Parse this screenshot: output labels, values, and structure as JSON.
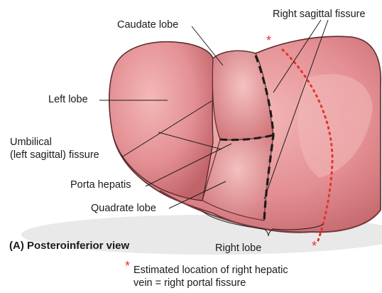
{
  "labels": {
    "caudate_lobe": "Caudate lobe",
    "right_sagittal_fissure": "Right sagittal fissure",
    "left_lobe": "Left lobe",
    "umbilical_line1": "Umbilical",
    "umbilical_line2": "(left sagittal) fissure",
    "porta_hepatis": "Porta hepatis",
    "quadrate_lobe": "Quadrate lobe",
    "right_lobe": "Right lobe"
  },
  "caption": {
    "view_prefix": "(A) Posteroinferior view",
    "note_star": "*",
    "note_line1": "Estimated location of right hepatic",
    "note_line2": "vein = right portal fissure"
  },
  "colors": {
    "liver_fill": "#e0868a",
    "liver_shadow": "#b85a60",
    "liver_outline": "#5a2a2c",
    "fissure_marker": "#e3342f",
    "floor_shadow": "#d4d4d4"
  }
}
